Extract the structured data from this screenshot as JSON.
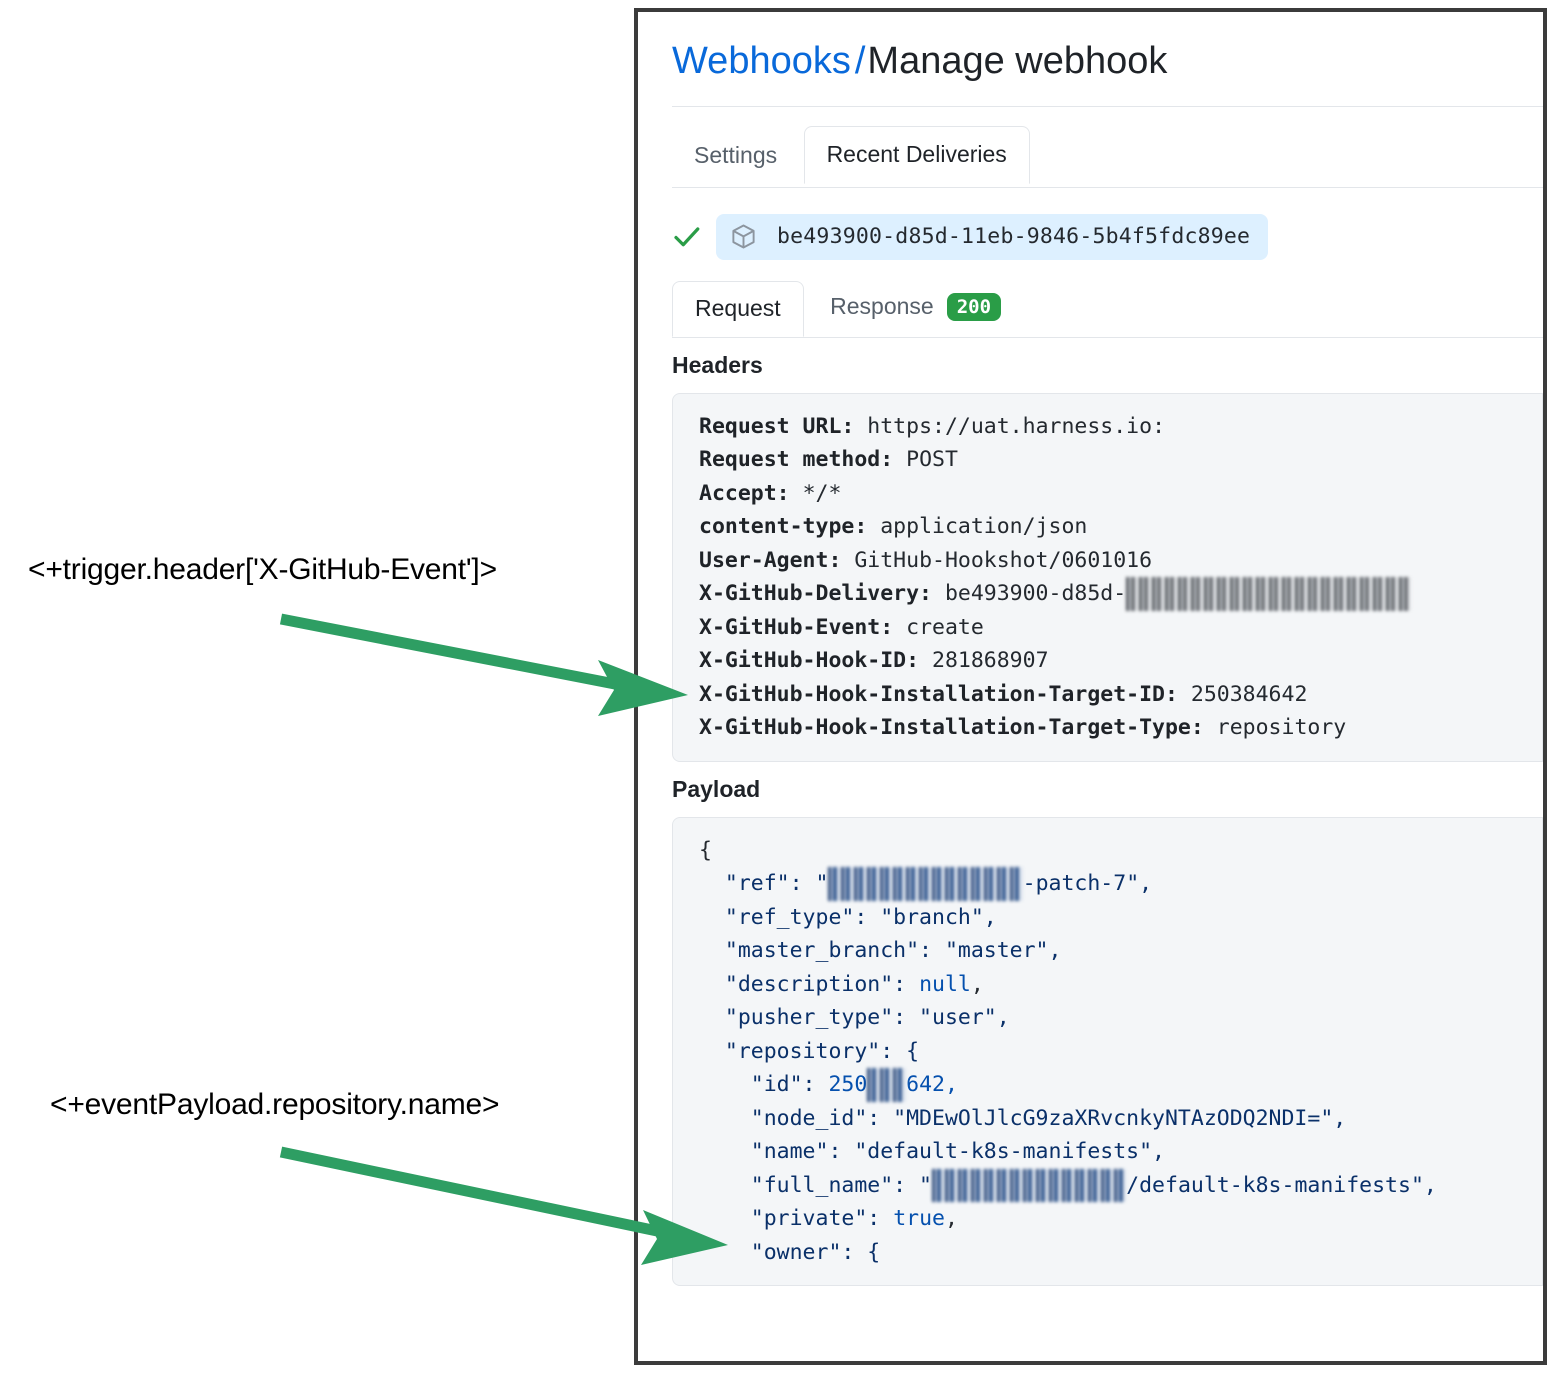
{
  "breadcrumb": {
    "link": "Webhooks",
    "separator": "/",
    "current": "Manage webhook"
  },
  "tabs": [
    {
      "label": "Settings",
      "active": false
    },
    {
      "label": "Recent Deliveries",
      "active": true
    }
  ],
  "delivery": {
    "status_icon": "check-icon",
    "package_icon": "cube-icon",
    "id": "be493900-d85d-11eb-9846-5b4f5fdc89ee"
  },
  "subtabs": [
    {
      "label": "Request",
      "active": true,
      "badge": null
    },
    {
      "label": "Response",
      "active": false,
      "badge": "200"
    }
  ],
  "headers_section": {
    "label": "Headers",
    "rows": [
      {
        "name": "Request URL:",
        "value": "https://uat.harness.io:"
      },
      {
        "name": "Request method:",
        "value": "POST"
      },
      {
        "name": "Accept:",
        "value": "*/*"
      },
      {
        "name": "content-type:",
        "value": "application/json"
      },
      {
        "name": "User-Agent:",
        "value": "GitHub-Hookshot/0601016"
      },
      {
        "name": "X-GitHub-Delivery:",
        "value": "be493900-d85d-11eb-9846-5b4f5fdc89ee",
        "value_visible": "be493900-d85d-",
        "redacted_tail": true
      },
      {
        "name": "X-GitHub-Event:",
        "value": "create"
      },
      {
        "name": "X-GitHub-Hook-ID:",
        "value": "281868907"
      },
      {
        "name": "X-GitHub-Hook-Installation-Target-ID:",
        "value": "250384642"
      },
      {
        "name": "X-GitHub-Hook-Installation-Target-Type:",
        "value": "repository"
      }
    ]
  },
  "payload_section": {
    "label": "Payload",
    "lines": {
      "open_brace": "{",
      "ref_key": "\"ref\":",
      "ref_suffix": "-patch-7\",",
      "ref_type": "\"ref_type\": \"branch\",",
      "master_branch": "\"master_branch\": \"master\",",
      "description_key": "\"description\":",
      "description_value": "null",
      "pusher_type": "\"pusher_type\": \"user\",",
      "repository_open": "\"repository\": {",
      "id_key": "\"id\":",
      "id_prefix": "250",
      "id_suffix": "642,",
      "node_id": "\"node_id\": \"MDEwOlJlcG9zaXRvcnkyNTAzODQ2NDI=\",",
      "name": "\"name\": \"default-k8s-manifests\",",
      "full_name_key": "\"full_name\": \"",
      "full_name_suffix": "/default-k8s-manifests\",",
      "private_key": "\"private\":",
      "private_value": "true",
      "owner_open": "\"owner\": {"
    }
  },
  "annotations": [
    {
      "text": "<+trigger.header['X-GitHub-Event']>",
      "target": "x-github-event-header"
    },
    {
      "text": "<+eventPayload.repository.name>",
      "target": "repository-name-field"
    }
  ],
  "colors": {
    "link": "#0969da",
    "arrow_green": "#2e9e63",
    "badge_green": "#2a9d47",
    "chip_blue": "#ddf0ff",
    "code_bg": "#f4f6f8",
    "panel_border": "#3b3b3b"
  }
}
